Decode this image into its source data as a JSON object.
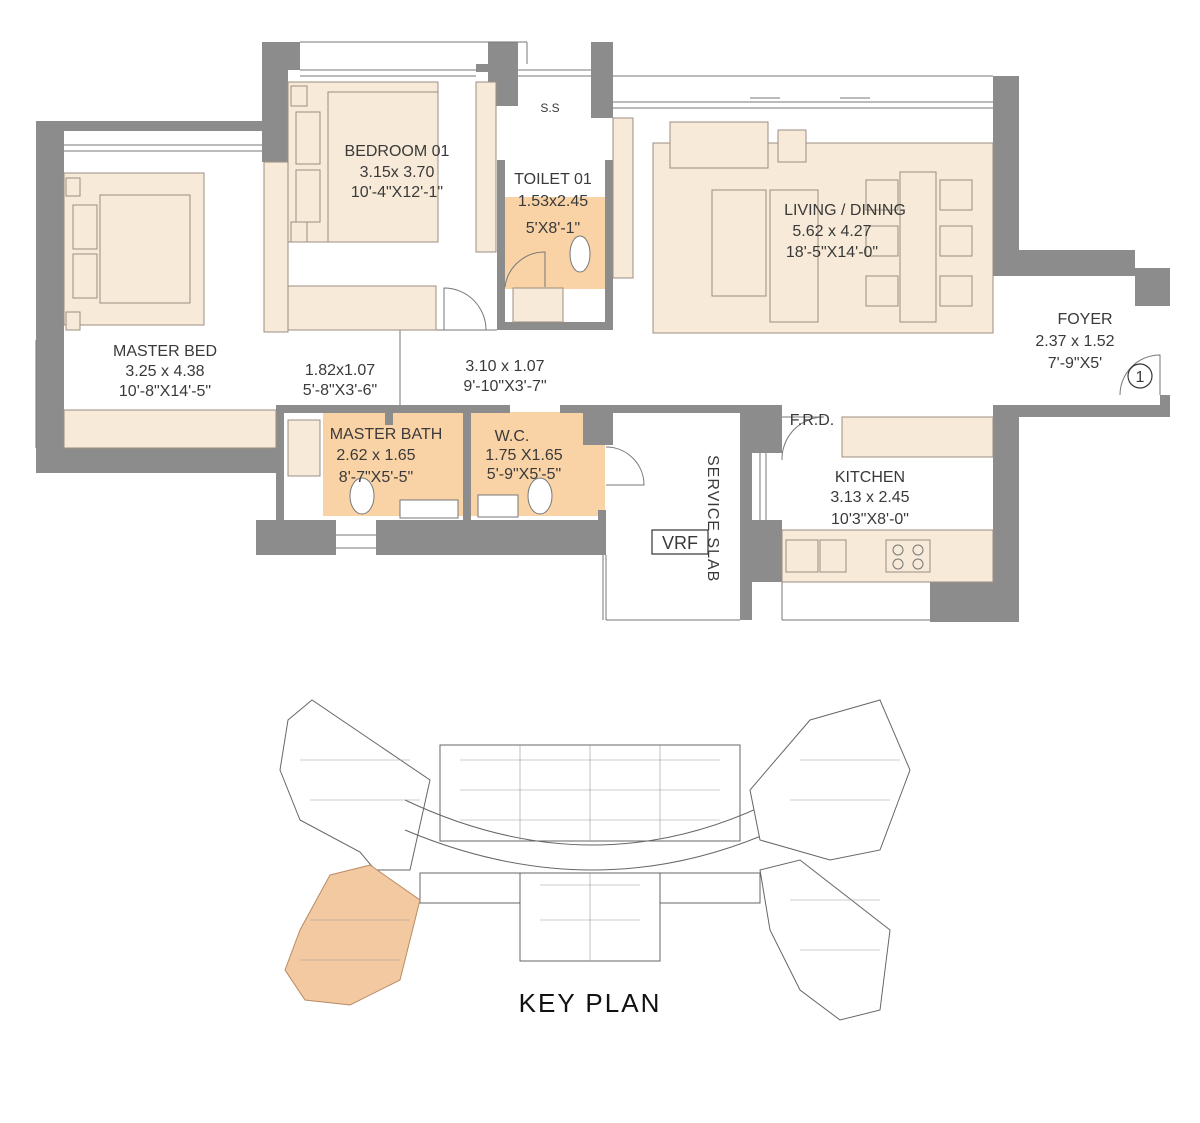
{
  "colors": {
    "wall": "#8c8c8c",
    "furniture": "#f7ead8",
    "wet_area": "#f9d3a6",
    "highlight_unit": "#f2c9a1",
    "line": "#777777"
  },
  "rooms": {
    "bedroom01": {
      "name": "BEDROOM 01",
      "metric": "3.15x 3.70",
      "imperial": "10'-4\"X12'-1\""
    },
    "toilet01": {
      "name": "TOILET 01",
      "metric": "1.53x2.45",
      "imperial": "5'X8'-1\""
    },
    "living": {
      "name": "LIVING / DINING",
      "metric": "5.62 x 4.27",
      "imperial": "18'-5\"X14'-0\""
    },
    "foyer": {
      "name": "FOYER",
      "metric": "2.37 x 1.52",
      "imperial": "7'-9\"X5'"
    },
    "master_bed": {
      "name": "MASTER BED",
      "metric": "3.25 x 4.38",
      "imperial": "10'-8\"X14'-5\""
    },
    "passage1": {
      "metric": "1.82x1.07",
      "imperial": "5'-8\"X3'-6\""
    },
    "passage2": {
      "metric": "3.10 x 1.07",
      "imperial": "9'-10\"X3'-7\""
    },
    "master_bath": {
      "name": "MASTER BATH",
      "metric": "2.62 x 1.65",
      "imperial": "8'-7\"X5'-5\""
    },
    "wc": {
      "name": "W.C.",
      "metric": "1.75 X1.65",
      "imperial": "5'-9\"X5'-5\""
    },
    "kitchen": {
      "name": "KITCHEN",
      "metric": "3.13 x 2.45",
      "imperial": "10'3\"X8'-0\""
    }
  },
  "labels": {
    "ss": "S.S",
    "frd": "F.R.D.",
    "service_slab": "SERVICE SLAB",
    "vrf": "VRF",
    "entrance_number": "1"
  },
  "key_plan": {
    "title": "KEY PLAN"
  }
}
